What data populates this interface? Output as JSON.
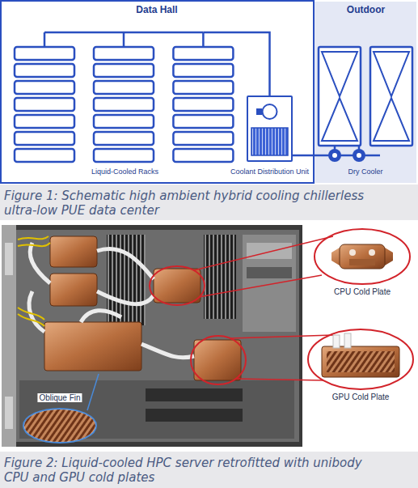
{
  "diagram": {
    "nodes": [
      {
        "text": [
          "Data Hall"
        ]
      },
      {
        "text": [
          "Outdoor"
        ]
      },
      {
        "text": [
          "Liquid-Cooled Racks"
        ],
        "in": 0
      },
      {
        "text": [
          "Coolant Distribution Unit"
        ],
        "in": 0
      },
      {
        "text": [
          "Dry Cooler"
        ],
        "in": 1
      },
      {
        "text": [
          "CPU Cold Plate"
        ]
      },
      {
        "text": [
          "GPU Cold Plate"
        ]
      },
      {
        "text": [
          "Oblique Fin"
        ]
      }
    ],
    "edges": [
      {
        "from": 2,
        "to": 3,
        "arrow": "none"
      },
      {
        "from": 3,
        "to": 4,
        "arrow": "none"
      }
    ],
    "labels": [
      "Figure 1: Schematic high ambient hybrid cooling chillerless ultra-low PUE data center",
      "Figure 2: Liquid-cooled HPC server retrofitted with unibody CPU and GPU cold plates"
    ]
  }
}
